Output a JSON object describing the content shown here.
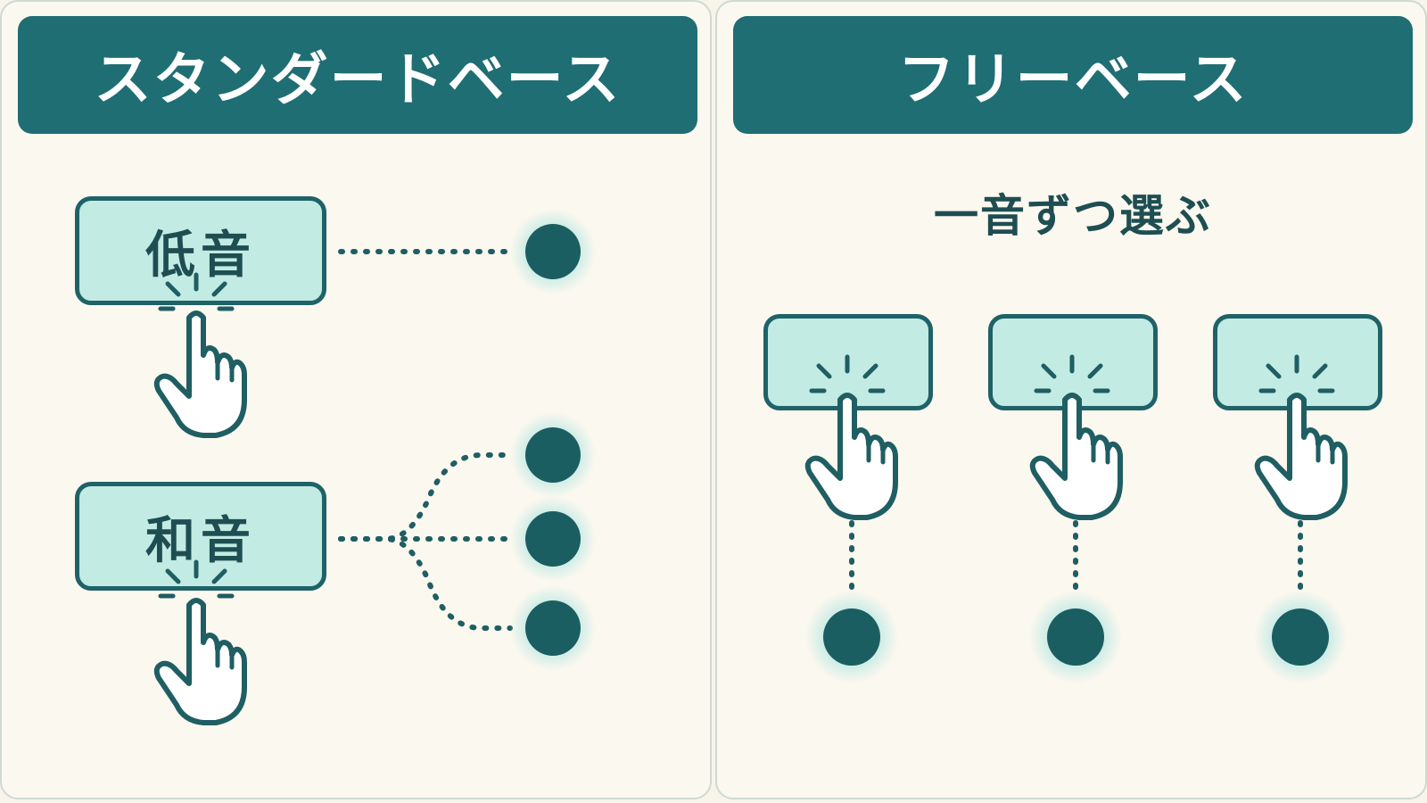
{
  "standard": {
    "title": "スタンダードベース",
    "bass_label": "低音",
    "chord_label": "和音"
  },
  "free": {
    "title": "フリーベース",
    "subtitle": "一音ずつ選ぶ"
  },
  "colors": {
    "teal_dark": "#1f6e74",
    "teal_dot": "#1b5e62",
    "key_fill": "#c2ebe4",
    "glow": "#bfe9e4",
    "background": "#fbf8ef"
  }
}
